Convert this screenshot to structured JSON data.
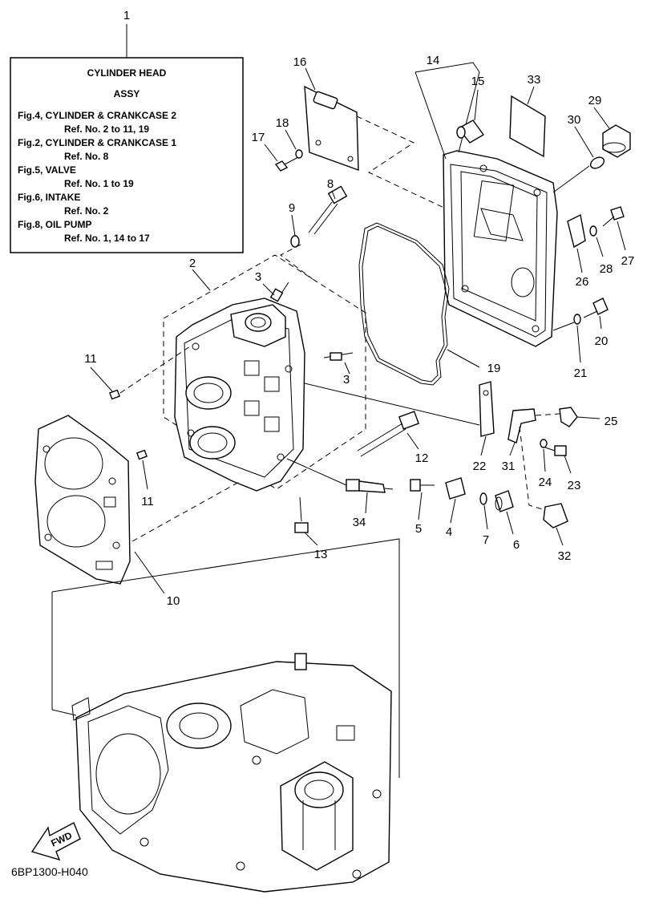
{
  "title_box": {
    "title_line1": "CYLINDER HEAD",
    "title_line2": "ASSY",
    "refs": [
      {
        "fig": "Fig.4, CYLINDER & CRANKCASE 2",
        "ref": "Ref. No. 2 to 11, 19"
      },
      {
        "fig": "Fig.2, CYLINDER & CRANKCASE 1",
        "ref": "Ref. No. 8"
      },
      {
        "fig": "Fig.5, VALVE",
        "ref": "Ref. No. 1 to 19"
      },
      {
        "fig": "Fig.6, INTAKE",
        "ref": "Ref. No. 2"
      },
      {
        "fig": "Fig.8, OIL PUMP",
        "ref": "Ref. No. 1, 14 to 17"
      }
    ]
  },
  "callouts": {
    "c1": "1",
    "c2": "2",
    "c3a": "3",
    "c3b": "3",
    "c4": "4",
    "c5": "5",
    "c6": "6",
    "c7": "7",
    "c8": "8",
    "c9": "9",
    "c10": "10",
    "c11a": "11",
    "c11b": "11",
    "c12": "12",
    "c13": "13",
    "c14": "14",
    "c15": "15",
    "c16": "16",
    "c17": "17",
    "c18": "18",
    "c19": "19",
    "c20": "20",
    "c21": "21",
    "c22": "22",
    "c23": "23",
    "c24": "24",
    "c25": "25",
    "c26": "26",
    "c27": "27",
    "c28": "28",
    "c29": "29",
    "c30": "30",
    "c31": "31",
    "c32": "32",
    "c33": "33",
    "c34": "34"
  },
  "fwd_label": "FWD",
  "diagram_code": "6BP1300-H040"
}
